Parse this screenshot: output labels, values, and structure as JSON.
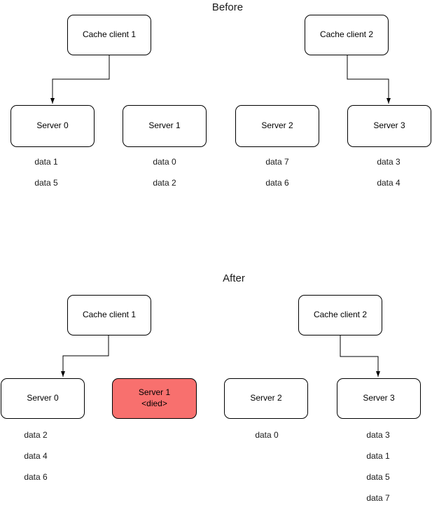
{
  "titles": {
    "before": "Before",
    "after": "After"
  },
  "colors": {
    "node_fill": "#ffffff",
    "node_stroke": "#000000",
    "dead_node_fill": "#f8706e",
    "text": "#000000"
  },
  "before": {
    "clients": [
      {
        "label": "Cache client 1"
      },
      {
        "label": "Cache client 2"
      }
    ],
    "servers": [
      {
        "label": "Server 0",
        "data": [
          "data 1",
          "data 5"
        ]
      },
      {
        "label": "Server 1",
        "data": [
          "data 0",
          "data 2"
        ]
      },
      {
        "label": "Server 2",
        "data": [
          "data 7",
          "data 6"
        ]
      },
      {
        "label": "Server 3",
        "data": [
          "data 3",
          "data 4"
        ]
      }
    ],
    "connections": [
      {
        "from": "Cache client 1",
        "to": "Server 0"
      },
      {
        "from": "Cache client 2",
        "to": "Server 3"
      }
    ]
  },
  "after": {
    "clients": [
      {
        "label": "Cache client 1"
      },
      {
        "label": "Cache client 2"
      }
    ],
    "servers": [
      {
        "label": "Server 0",
        "data": [
          "data 2",
          "data 4",
          "data 6"
        ]
      },
      {
        "label": "Server 1",
        "sublabel": "<died>",
        "status": "dead",
        "data": []
      },
      {
        "label": "Server 2",
        "data": [
          "data 0"
        ]
      },
      {
        "label": "Server 3",
        "data": [
          "data 3",
          "data 1",
          "data 5",
          "data 7"
        ]
      }
    ],
    "connections": [
      {
        "from": "Cache client 1",
        "to": "Server 0"
      },
      {
        "from": "Cache client 2",
        "to": "Server 3"
      }
    ]
  }
}
